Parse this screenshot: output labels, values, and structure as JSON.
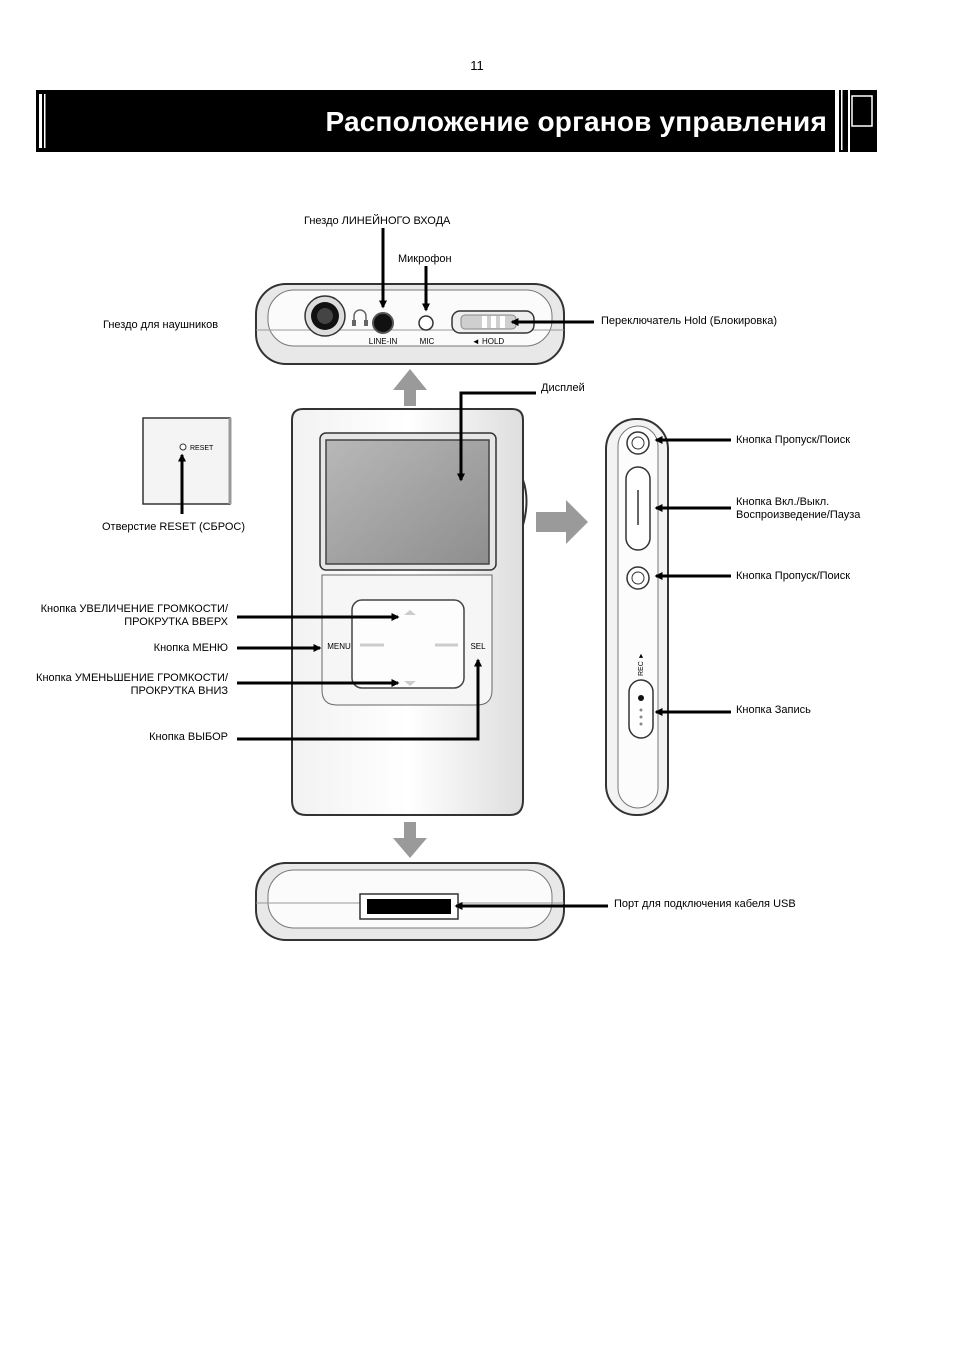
{
  "page_number": "11",
  "title": "Расположение органов управления",
  "labels": {
    "line_in_jack": "Гнездо ЛИНЕЙНОГО ВХОДА",
    "microphone": "Микрофон",
    "headphone_jack": "Гнездо для наушников",
    "hold_switch": "Переключатель Hold (Блокировка)",
    "display": "Дисплей",
    "reset_hole": "Отверстие RESET (СБРОС)",
    "skip_search_top": "Кнопка Пропуск/Поиск",
    "power_play_pause_1": "Кнопка Вкл./Выкл.",
    "power_play_pause_2": "Воспроизведение/Пауза",
    "skip_search_bottom": "Кнопка Пропуск/Поиск",
    "record": "Кнопка Запись",
    "vol_up_1": "Кнопка УВЕЛИЧЕНИЕ ГРОМКОСТИ/",
    "vol_up_2": "ПРОКРУТКА ВВЕРХ",
    "menu_button": "Кнопка МЕНЮ",
    "vol_down_1": "Кнопка УМЕНЬШЕНИЕ ГРОМКОСТИ/",
    "vol_down_2": "ПРОКРУТКА ВНИЗ",
    "select_button": "Кнопка ВЫБОР",
    "usb_port": "Порт для подключения кабеля USB"
  },
  "device_markings": {
    "line_in": "LINE-IN",
    "mic": "MIC",
    "hold": "◄ HOLD",
    "reset": "RESET",
    "menu": "MENU",
    "sel": "SEL",
    "rec": "REC ►"
  },
  "icons": [
    "headphone-icon",
    "arrow-icon"
  ]
}
